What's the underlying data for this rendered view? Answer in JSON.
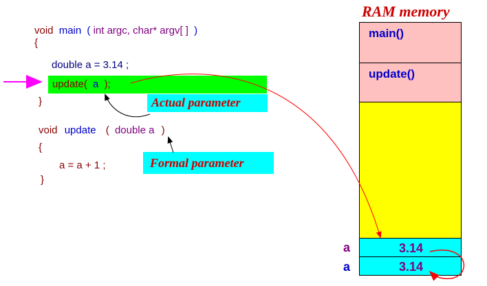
{
  "code": {
    "main_line": {
      "void": "void",
      "name": "main",
      "open": "(",
      "params": "int argc, char* argv[ ]",
      "close": ")"
    },
    "brace_open_1": "{",
    "decl_line": "double a = 3.14 ;",
    "call_line": {
      "call": "update(",
      "arg": "a",
      "end": ");"
    },
    "brace_close_1": "}",
    "update_line": {
      "void": "void",
      "name": "update",
      "open": "(",
      "param": "double a",
      "close": ")"
    },
    "brace_open_2": "{",
    "body_line": "a = a + 1 ;",
    "brace_close_2": "}"
  },
  "labels": {
    "actual": "Actual parameter",
    "formal": "Formal parameter"
  },
  "memory": {
    "title": "RAM memory",
    "frames": [
      "main()",
      "update()"
    ],
    "cells": [
      {
        "var": "a",
        "value": "3.14"
      },
      {
        "var": "a",
        "value": "3.14"
      }
    ]
  },
  "colors": {
    "keyword": "#8b0000",
    "function": "#0000cc",
    "param": "#800080",
    "highlight": "#00ff00",
    "label_bg": "#00ffff",
    "frame_bg": "#ffc0c0",
    "stack_bg": "#ffff00",
    "cell_bg": "#00ffff",
    "arrow": "#ff0000",
    "pointer": "#ff00ff"
  }
}
